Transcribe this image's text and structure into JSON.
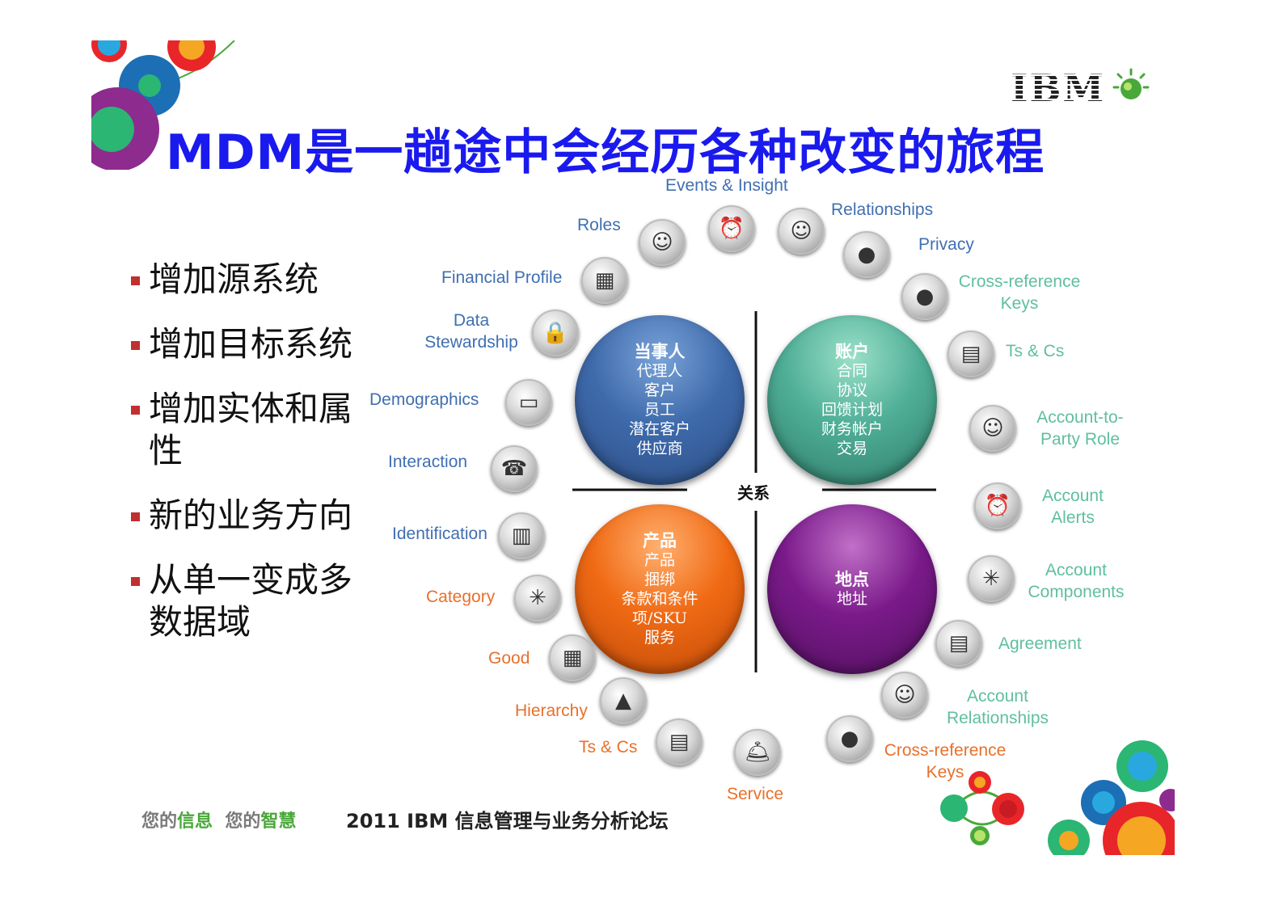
{
  "title": "MDM是一趟途中会经历各种改变的旅程",
  "logo_text": "IBM",
  "bullets": [
    "增加源系统",
    "增加目标系统",
    "增加实体和属性",
    "新的业务方向",
    "从单一变成多数据域"
  ],
  "center_label": "关系",
  "quadrants": {
    "party": {
      "head": "当事人",
      "items": [
        "代理人",
        "客户",
        "员工",
        "潜在客户",
        "供应商"
      ]
    },
    "account": {
      "head": "账户",
      "items": [
        "合同",
        "协议",
        "回馈计划",
        "财务帐户",
        "交易"
      ]
    },
    "product": {
      "head": "产品",
      "items": [
        "产品",
        "捆绑",
        "条款和条件",
        "项/SKU",
        "服务"
      ]
    },
    "location": {
      "head": "地点",
      "items": [
        "地址"
      ]
    }
  },
  "party_labels": {
    "events": "Events & Insight",
    "roles": "Roles",
    "financial": "Financial Profile",
    "data_stewardship": "Data Stewardship",
    "demographics": "Demographics",
    "interaction": "Interaction",
    "identification": "Identification"
  },
  "account_labels": {
    "relationships": "Relationships",
    "privacy": "Privacy",
    "xref": "Cross-reference Keys",
    "tscs": "Ts & Cs",
    "account_party": "Account-to- Party Role",
    "alerts": "Account Alerts",
    "components": "Account Components",
    "agreement": "Agreement",
    "acct_rel": "Account Relationships",
    "xref2": "Cross-reference Keys"
  },
  "product_labels": {
    "category": "Category",
    "good": "Good",
    "hierarchy": "Hierarchy",
    "tscs": "Ts & Cs",
    "service": "Service"
  },
  "footer": {
    "part1": "您的",
    "part2": "信息",
    "part3": "您的",
    "part4": "智慧",
    "forum": "2011 IBM 信息管理与业务分析论坛"
  },
  "colors": {
    "title": "#1a1aee",
    "party": "#3e6aab",
    "account": "#4fae96",
    "product": "#f06a14",
    "location": "#7a1a8a"
  },
  "icons": [
    "face-icon",
    "alarm-clock-icon",
    "face-icon",
    "keyhole-icon",
    "keyhole-icon",
    "document-icon",
    "face-icon",
    "alarm-clock-icon",
    "pie-icon",
    "document-icon",
    "face-icon",
    "keyhole-icon",
    "bell-icon",
    "document-icon",
    "pyramid-icon",
    "calculator-icon",
    "pie-icon",
    "passport-icon",
    "phone-person-icon",
    "clipboard-icon",
    "padlock-icon",
    "spreadsheet-icon"
  ]
}
